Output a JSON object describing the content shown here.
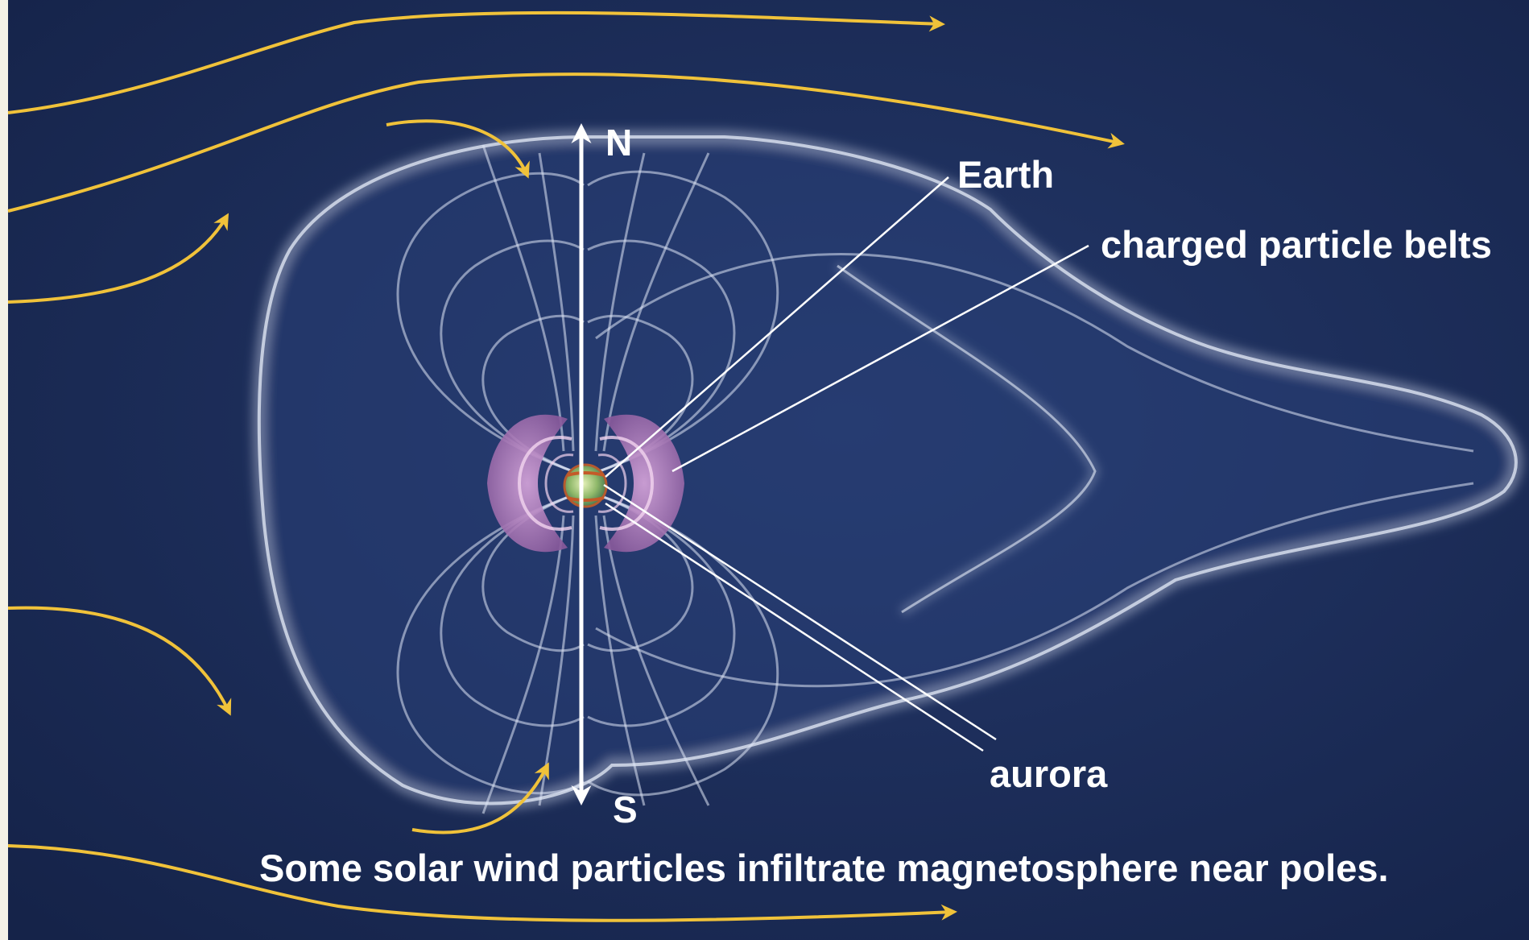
{
  "labels": {
    "north": "N",
    "south": "S",
    "earth": "Earth",
    "belts": "charged particle belts",
    "aurora": "aurora"
  },
  "caption": "Some solar wind particles infiltrate magnetosphere near poles.",
  "colors": {
    "background": "#1c2c58",
    "border": "#f3f1e6",
    "solar_wind": "#f0c23a",
    "field_lines": "#dfe6f6",
    "belts": "#c189c8",
    "text": "#ffffff"
  }
}
